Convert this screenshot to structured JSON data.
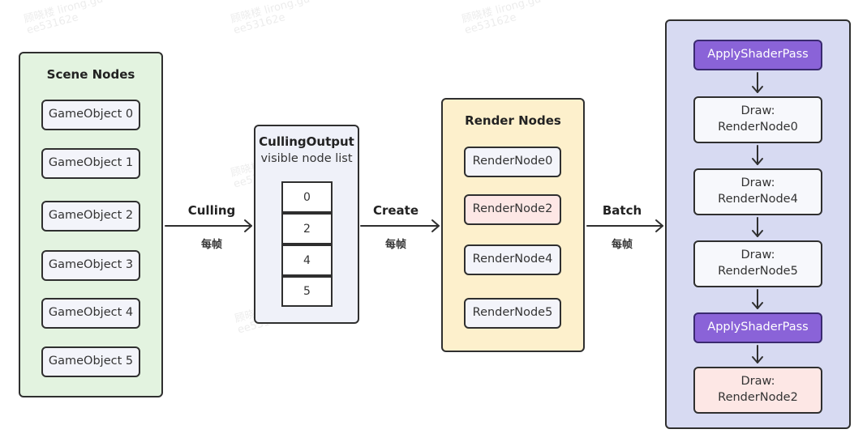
{
  "scene": {
    "title": "Scene Nodes",
    "items": [
      "GameObject 0",
      "GameObject 1",
      "GameObject 2",
      "GameObject 3",
      "GameObject 4",
      "GameObject 5"
    ]
  },
  "culling_edge": {
    "label": "Culling",
    "sub": "每帧"
  },
  "culling_output": {
    "title": "CullingOutput",
    "subtitle": "visible node list",
    "items": [
      "0",
      "2",
      "4",
      "5"
    ]
  },
  "create_edge": {
    "label": "Create",
    "sub": "每帧"
  },
  "render": {
    "title": "Render Nodes",
    "items": [
      "RenderNode0",
      "RenderNode2",
      "RenderNode4",
      "RenderNode5"
    ]
  },
  "batch_edge": {
    "label": "Batch",
    "sub": "每帧"
  },
  "pipeline": {
    "pass1": "ApplyShaderPass",
    "draw0": {
      "label": "Draw:",
      "node": "RenderNode0"
    },
    "draw4": {
      "label": "Draw:",
      "node": "RenderNode4"
    },
    "draw5": {
      "label": "Draw:",
      "node": "RenderNode5"
    },
    "pass2": "ApplyShaderPass",
    "draw2": {
      "label": "Draw:",
      "node": "RenderNode2"
    }
  },
  "watermark": {
    "line1": "顾晓楼 lirong.gu",
    "line2": "ee53162e"
  },
  "colors": {
    "scene_bg": "#e3f3e0",
    "culling_bg": "#eff1f9",
    "render_bg": "#fdf0cc",
    "pipeline_bg": "#d7daf2",
    "highlight_pink": "#fde7e5",
    "shader_purple": "#8a63d8"
  }
}
